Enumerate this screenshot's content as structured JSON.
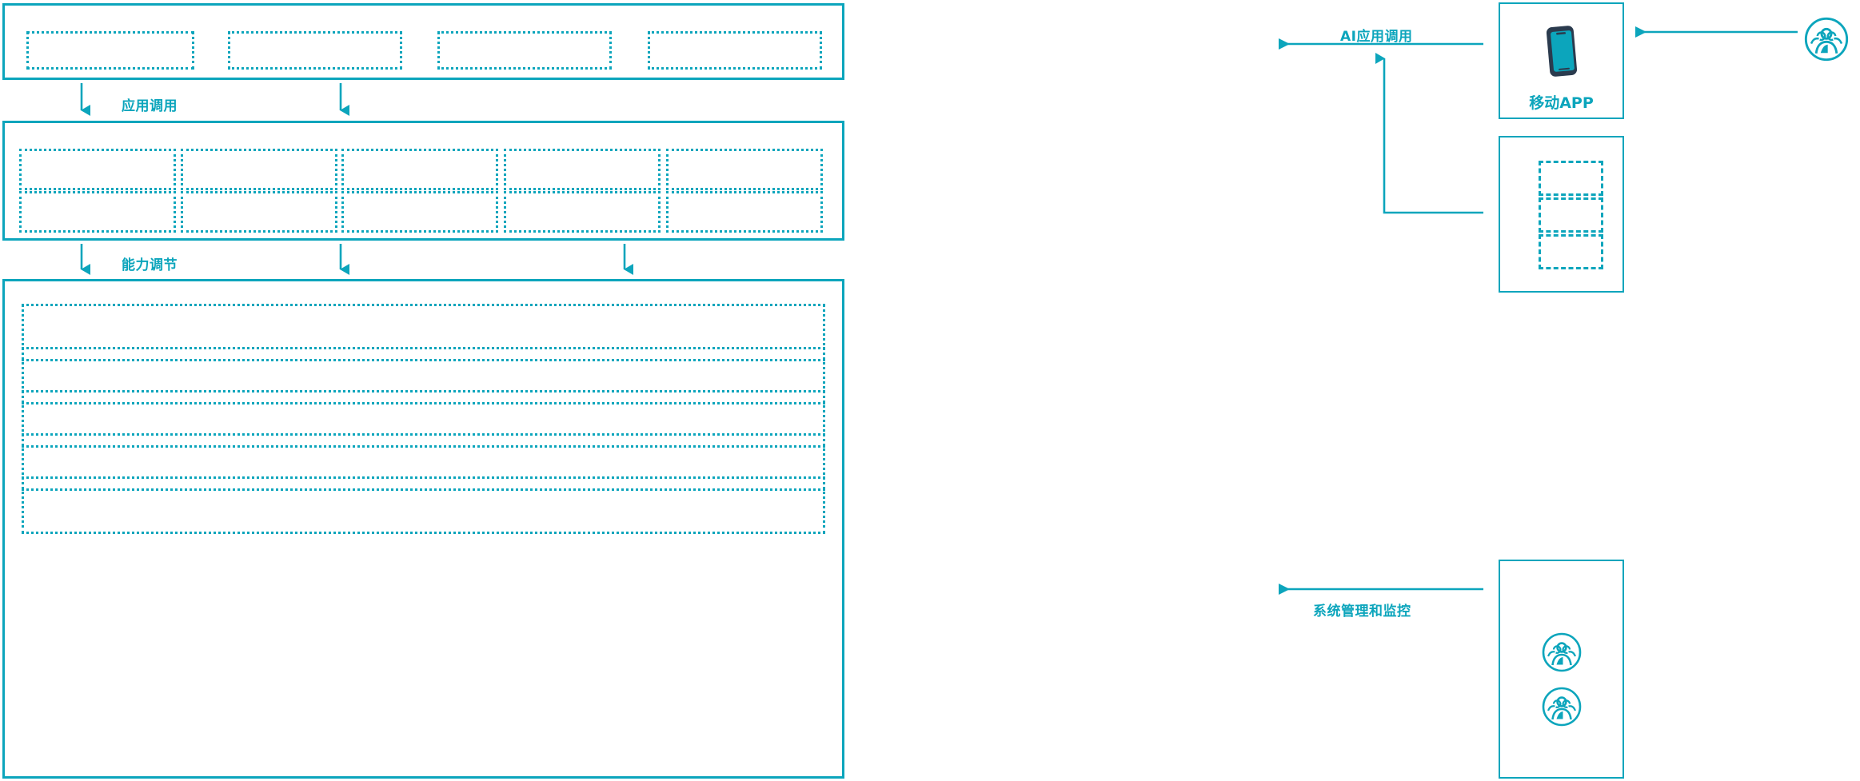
{
  "theme": {
    "accent": "#0CA5BC",
    "phone_body": "#2B3B4E",
    "phone_screen": "#0CA5BC",
    "background": "#FFFFFF"
  },
  "diagram": {
    "type": "layered-architecture",
    "orientation": "left-stack-with-right-actors"
  },
  "layers": [
    {
      "id": "application-layer",
      "title": "",
      "boxes": [
        {
          "id": "app-box-1",
          "label": ""
        },
        {
          "id": "app-box-2",
          "label": ""
        },
        {
          "id": "app-box-3",
          "label": ""
        },
        {
          "id": "app-box-4",
          "label": ""
        }
      ]
    },
    {
      "id": "capability-layer",
      "title": "",
      "boxes": [
        {
          "id": "cap-box-r1c1",
          "label": ""
        },
        {
          "id": "cap-box-r1c2",
          "label": ""
        },
        {
          "id": "cap-box-r1c3",
          "label": ""
        },
        {
          "id": "cap-box-r1c4",
          "label": ""
        },
        {
          "id": "cap-box-r1c5",
          "label": ""
        },
        {
          "id": "cap-box-r2c1",
          "label": ""
        },
        {
          "id": "cap-box-r2c2",
          "label": ""
        },
        {
          "id": "cap-box-r2c3",
          "label": ""
        },
        {
          "id": "cap-box-r2c4",
          "label": ""
        },
        {
          "id": "cap-box-r2c5",
          "label": ""
        }
      ]
    },
    {
      "id": "platform-layer",
      "title": "",
      "boxes": [
        {
          "id": "plat-row-1",
          "label": ""
        },
        {
          "id": "plat-row-2",
          "label": ""
        },
        {
          "id": "plat-row-3",
          "label": ""
        },
        {
          "id": "plat-row-4",
          "label": ""
        },
        {
          "id": "plat-row-5",
          "label": ""
        }
      ]
    }
  ],
  "flows": [
    {
      "id": "flow-app-call",
      "label": "应用调用",
      "direction": "down"
    },
    {
      "id": "flow-capability-adjust",
      "label": "能力调节",
      "direction": "down"
    },
    {
      "id": "flow-ai-app-call",
      "label": "AI应用调用",
      "direction": "left"
    },
    {
      "id": "flow-sys-admin-monitor",
      "label": "系统管理和监控",
      "direction": "left"
    }
  ],
  "actors": {
    "mobile_panel": {
      "id": "mobile-app-panel",
      "icon": "mobile-phone-icon",
      "label": "移动APP"
    },
    "channel_panel": {
      "id": "channel-panel",
      "label": "",
      "boxes": [
        {
          "id": "channel-box-1",
          "label": ""
        },
        {
          "id": "channel-box-2",
          "label": ""
        },
        {
          "id": "channel-box-3",
          "label": ""
        }
      ]
    },
    "admin_panel": {
      "id": "admin-users-panel",
      "label": "",
      "icons": [
        {
          "id": "admin-user-icon-1",
          "icon": "user-group-icon"
        },
        {
          "id": "admin-user-icon-2",
          "icon": "user-group-icon"
        }
      ]
    },
    "end_user": {
      "id": "end-user-actor",
      "icon": "user-group-icon",
      "label": ""
    }
  }
}
